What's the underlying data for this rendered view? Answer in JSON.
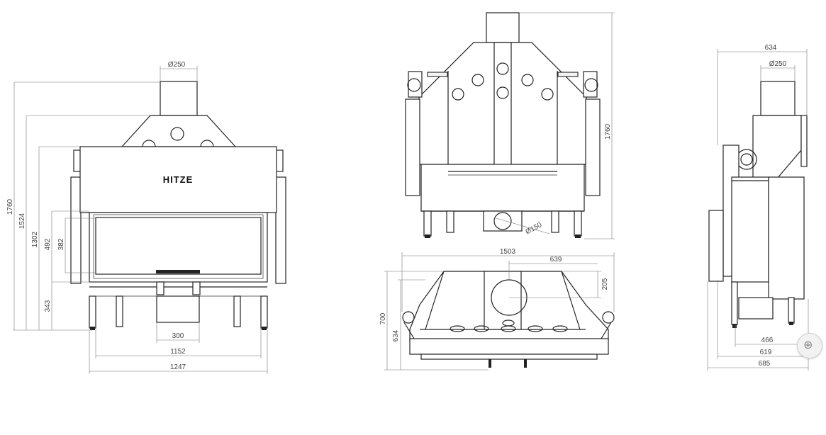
{
  "brand": "HITZE",
  "front_view": {
    "flue_diameter": "Ø250",
    "heights": [
      "1760",
      "1524",
      "1302",
      "492",
      "382",
      "343"
    ],
    "widths": [
      "300",
      "1152",
      "1247"
    ]
  },
  "rear_view": {
    "height": "1760",
    "air_inlet_diameter": "Ø150"
  },
  "top_view": {
    "widths": [
      "1503",
      "639"
    ],
    "depths": [
      "700",
      "634",
      "205"
    ]
  },
  "side_view": {
    "depth_total": "634",
    "flue_diameter": "Ø250",
    "widths": [
      "466",
      "619",
      "685"
    ]
  },
  "zoom_control": {
    "icon": "zoom-icon",
    "glyph": "⊕"
  }
}
